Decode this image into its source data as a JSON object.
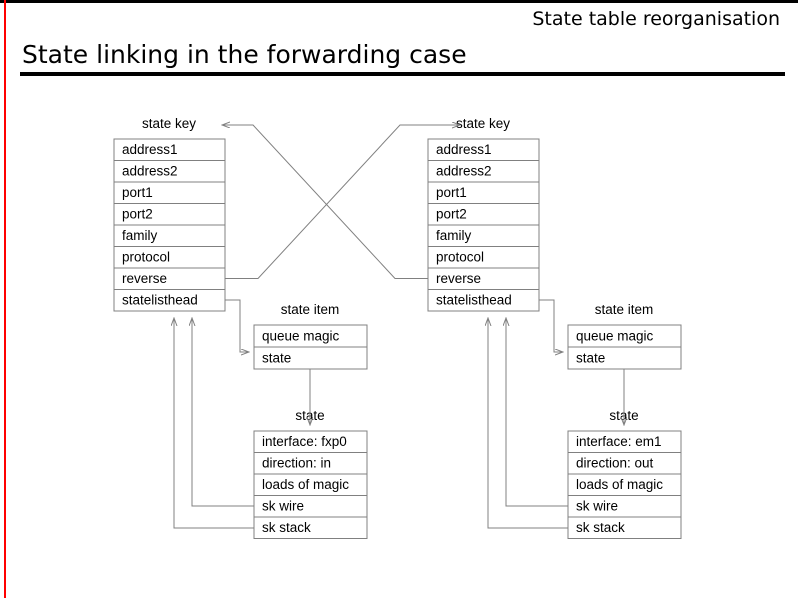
{
  "slide": {
    "header_note": "State table reorganisation",
    "title": "State linking in the forwarding case",
    "accent_red": "#ff0000",
    "rule_black": "#000000",
    "box_stroke": "#808080"
  },
  "diagram": {
    "left": {
      "state_key": {
        "caption": "state key",
        "rows": [
          "address1",
          "address2",
          "port1",
          "port2",
          "family",
          "protocol",
          "reverse",
          "statelisthead"
        ]
      },
      "state_item": {
        "caption": "state item",
        "rows": [
          "queue magic",
          "state"
        ]
      },
      "state": {
        "caption": "state",
        "rows": [
          "interface: fxp0",
          "direction: in",
          "loads of magic",
          "sk wire",
          "sk stack"
        ]
      }
    },
    "right": {
      "state_key": {
        "caption": "state key",
        "rows": [
          "address1",
          "address2",
          "port1",
          "port2",
          "family",
          "protocol",
          "reverse",
          "statelisthead"
        ]
      },
      "state_item": {
        "caption": "state item",
        "rows": [
          "queue magic",
          "state"
        ]
      },
      "state": {
        "caption": "state",
        "rows": [
          "interface: em1",
          "direction: out",
          "loads of magic",
          "sk wire",
          "sk stack"
        ]
      }
    }
  }
}
